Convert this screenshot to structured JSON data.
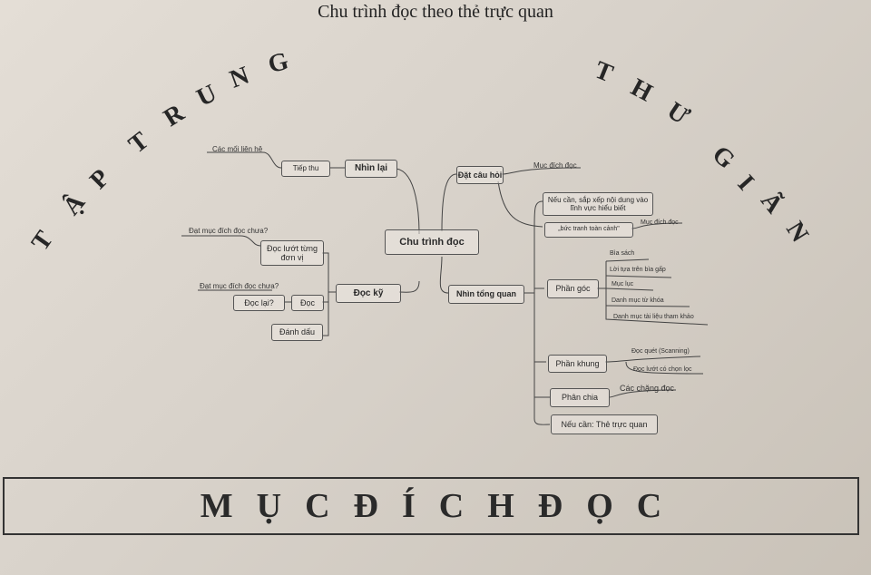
{
  "title": "Chu trình đọc theo thẻ trực quan",
  "arc_left": [
    "T",
    "Ậ",
    "P",
    "T",
    "R",
    "U",
    "N",
    "G"
  ],
  "arc_right": [
    "T",
    "H",
    "Ư",
    "G",
    "I",
    "Ã",
    "N"
  ],
  "center": "Chu trình đọc",
  "nhin_lai": {
    "label": "Nhìn lại",
    "child": "Tiếp thu",
    "leaf": "Các mối liên hệ"
  },
  "doc_ky": {
    "label": "Đọc kỹ",
    "doc_luot": "Đọc lướt từng đơn vị",
    "doc_luot_leaf": "Đạt mục đích đọc chưa?",
    "doc": "Đọc",
    "doc_lai": "Đọc lại?",
    "doc_leaf": "Đạt mục đích đọc chưa?",
    "danh_dau": "Đánh dấu"
  },
  "dat_cau_hoi": {
    "label": "Đặt câu hỏi",
    "leaf": "Mục đích đọc"
  },
  "nhin_tong_quan": {
    "label": "Nhìn tổng quan",
    "sap_xep": "Nếu cần, sắp xếp nội dung vào lĩnh vực hiểu biết",
    "buc_tranh": "„bức tranh toàn cảnh\"",
    "buc_tranh_leaf": "Mục đích đọc",
    "phan_goc": "Phần góc",
    "phan_goc_items": [
      "Bìa sách",
      "Lời tựa trên bìa gấp",
      "Mục lục",
      "Danh mục từ khóa",
      "Danh mục tài liệu tham khảo"
    ],
    "phan_khung": "Phần khung",
    "phan_khung_items": [
      "Đọc quét (Scanning)",
      "Đọc lướt có chọn lọc"
    ],
    "phan_chia": "Phân chia",
    "phan_chia_leaf": "Các chặng đọc",
    "the_truc_quan": "Nếu cần: Thẻ trực quan"
  },
  "banner": [
    "M",
    "Ụ",
    "C",
    "Đ",
    "Í",
    "C",
    "H",
    "Đ",
    "Ọ",
    "C"
  ]
}
